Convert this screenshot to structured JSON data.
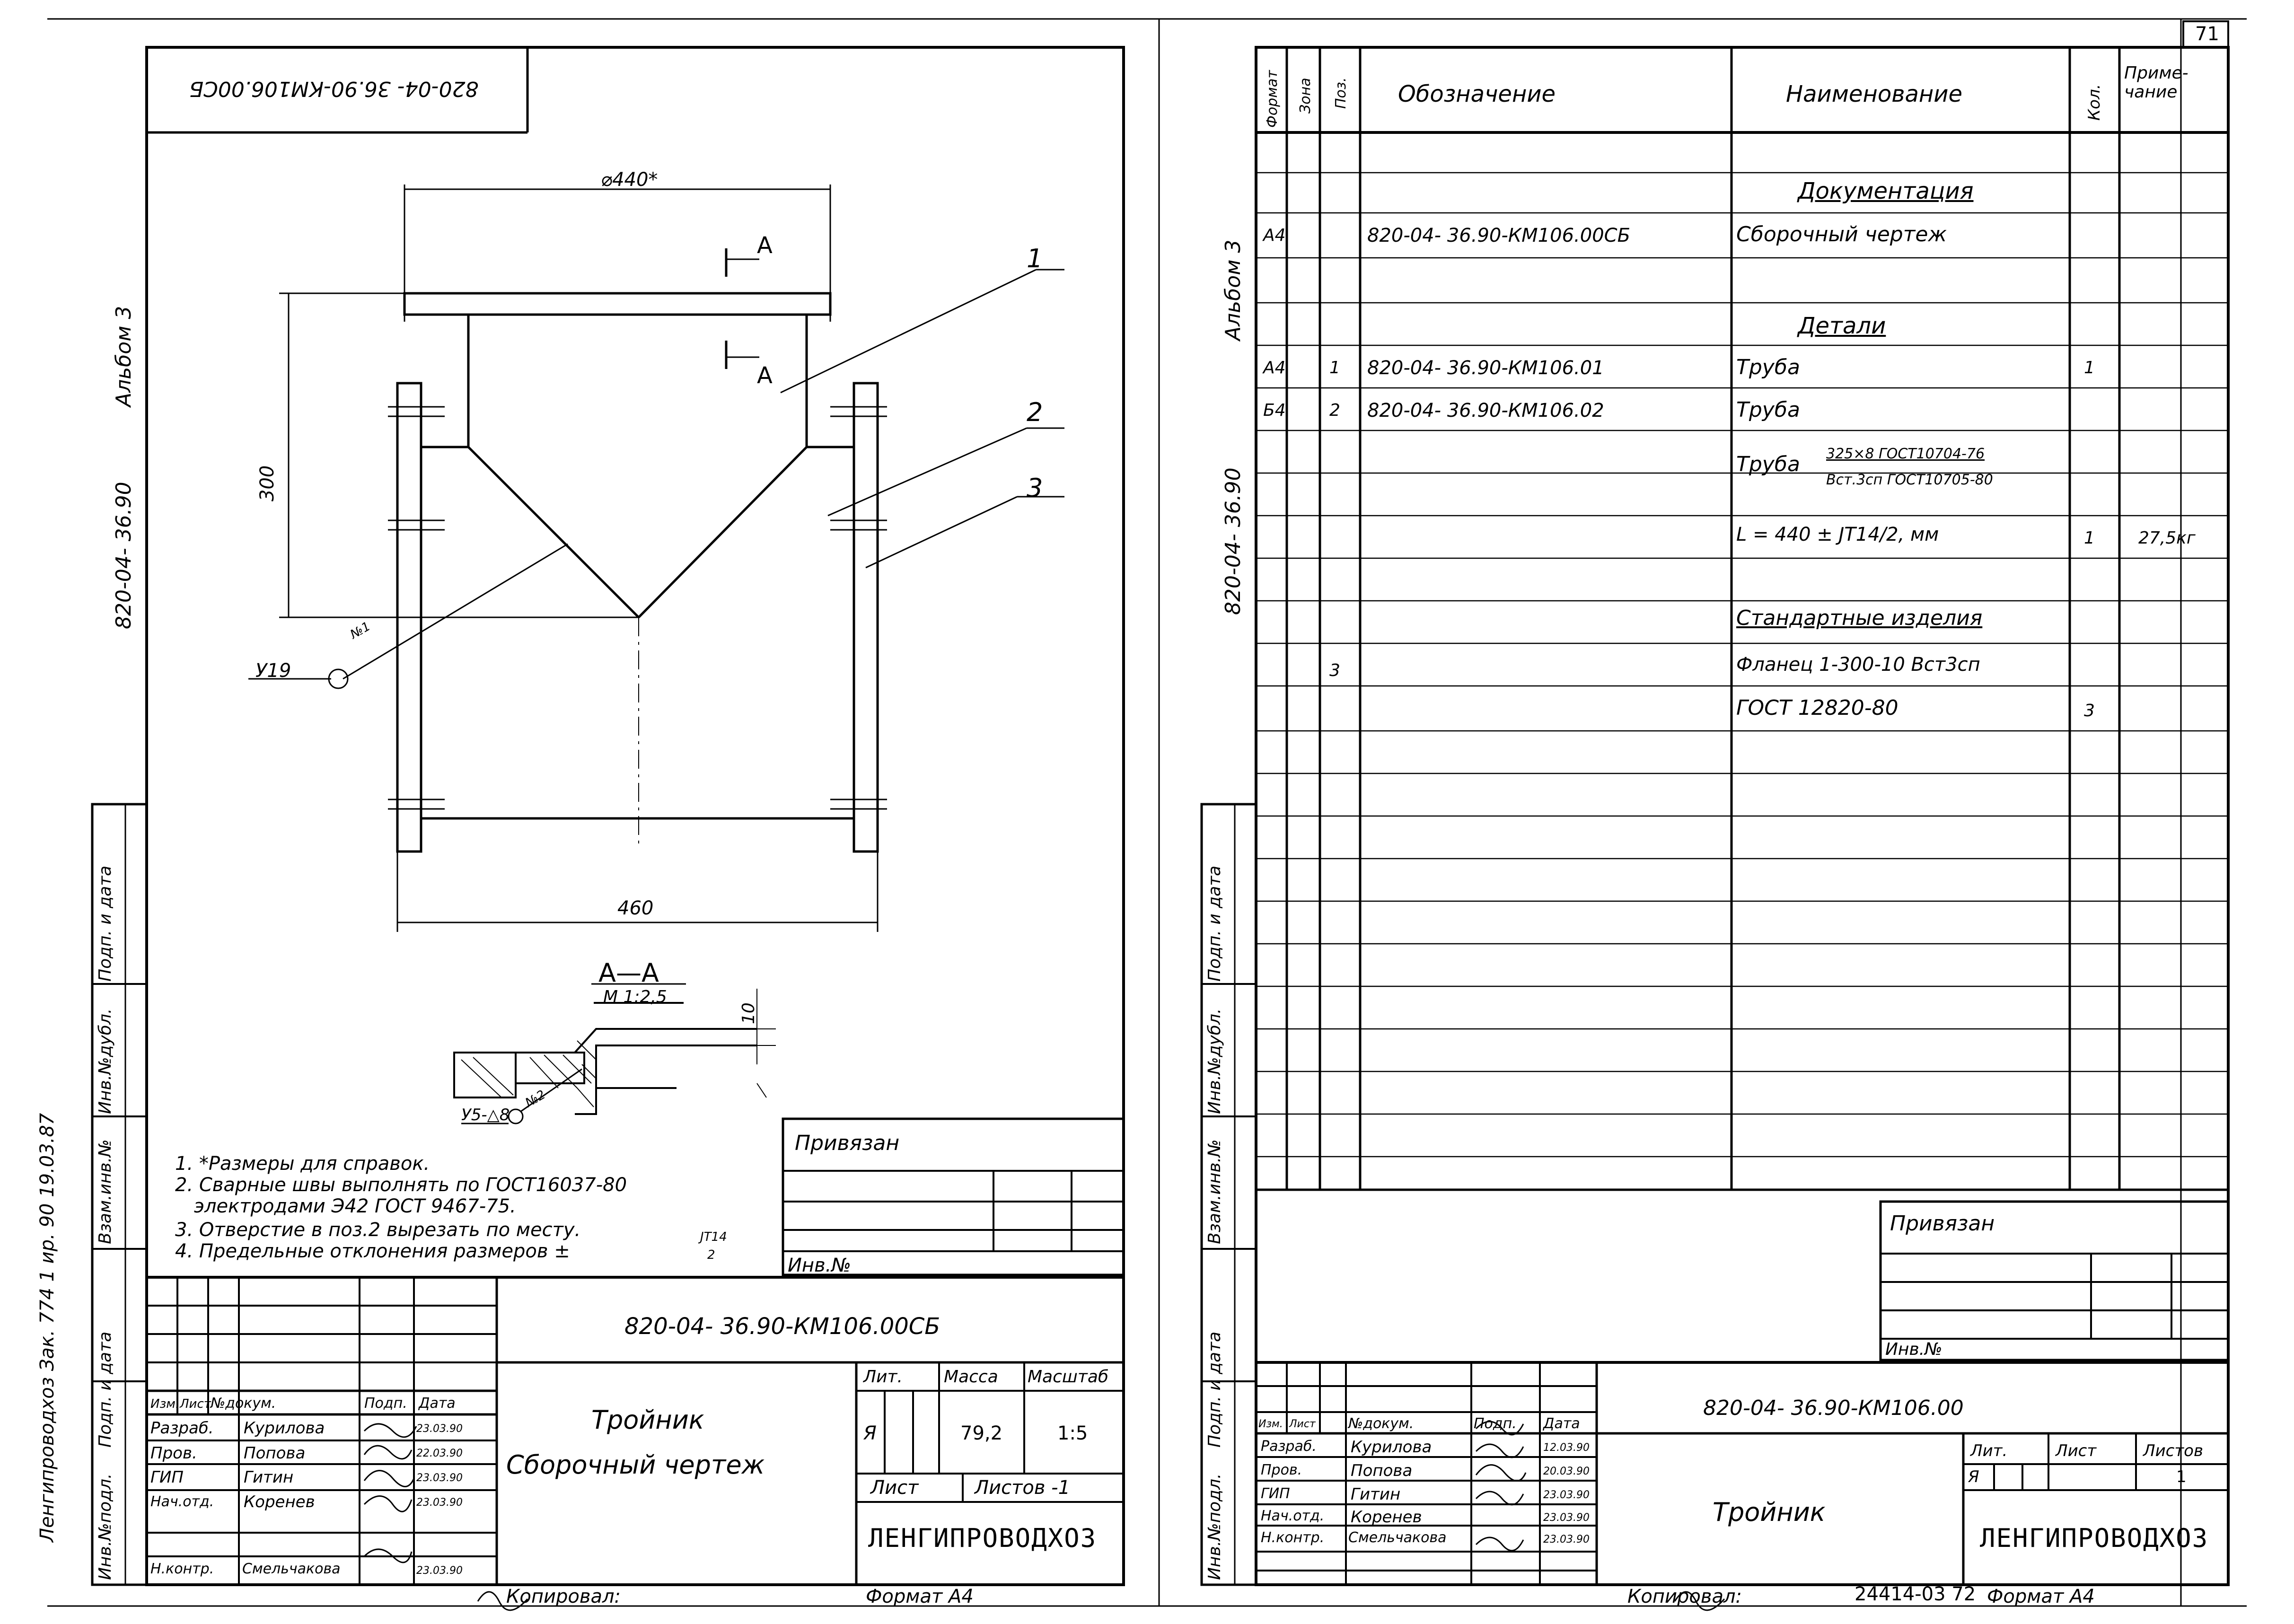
{
  "page_number": "71",
  "left_sheet": {
    "stamp_top": "820-04- 36.90-КМ106.00СБ",
    "album": "Альбом 3",
    "series": "820-04- 36.90",
    "dims": {
      "dia": "⌀440*",
      "height": "300",
      "width": "460",
      "section_thk": "10"
    },
    "section_marks": [
      "А",
      "А"
    ],
    "callouts": [
      "1",
      "2",
      "3"
    ],
    "welds": {
      "main_code": "У19",
      "main_no": "№1",
      "sec_code": "У5-△8",
      "sec_no": "№2"
    },
    "section_title": "А—А",
    "section_scale": "М 1:2,5",
    "notes": [
      "1. *Размеры для справок.",
      "2. Сварные швы выполнять по ГОСТ16037-80",
      "электродами Э42 ГОСТ 9467-75.",
      "3. Отверстие в поз.2 вырезать по месту.",
      "4. Предельные отклонения размеров ±"
    ],
    "note_tol": {
      "num": "JT14",
      "den": "2"
    },
    "privyazan": "Привязан",
    "inv_no": "Инв.№",
    "side_labels": [
      "Инв.№подл.",
      "Подп. и дата",
      "Взам.инв.№",
      "Инв.№дубл.",
      "Подп. и дата"
    ],
    "margin_note": "Ленгипроводхоз    Зак. 774   1 ир. 90   19.03.87",
    "title_block": {
      "designation": "820-04- 36.90-КМ106.00СБ",
      "headers": [
        "Изм.",
        "Лист",
        "№докум.",
        "Подп.",
        "Дата"
      ],
      "rows": [
        [
          "Разраб.",
          "Курилова",
          "23.03.90"
        ],
        [
          "Пров.",
          "Попова",
          "22.03.90"
        ],
        [
          "ГИП",
          "Гитин",
          "23.03.90"
        ],
        [
          "Нач.отд.",
          "Коренев",
          "23.03.90"
        ],
        [
          "Н.контр.",
          "Смельчакова",
          "23.03.90"
        ]
      ],
      "name": [
        "Тройник",
        "Сборочный чертеж"
      ],
      "lit_head": "Лит.",
      "mass_head": "Масса",
      "scale_head": "Масштаб",
      "lit": "Я",
      "mass": "79,2",
      "scale": "1:5",
      "sheet": "Лист",
      "sheets": "Листов -1",
      "org": "ЛЕНГИПРОВОДХОЗ"
    },
    "copied": "Копировал:",
    "format": "Формат А4"
  },
  "right_sheet": {
    "album": "Альбом 3",
    "series": "820-04- 36.90",
    "headers": {
      "format": "Формат",
      "zone": "Зона",
      "pos": "Поз.",
      "designation": "Обозначение",
      "name": "Наименование",
      "qty": "Кол.",
      "note": "Приме-чание"
    },
    "rows": [
      {
        "format": "",
        "pos": "",
        "designation": "",
        "name": "Документация",
        "qty": "",
        "note": "",
        "heading": true
      },
      {
        "format": "А4",
        "pos": "",
        "designation": "820-04- 36.90-КМ106.00СБ",
        "name": "Сборочный чертеж",
        "qty": "",
        "note": ""
      },
      {
        "format": "",
        "pos": "",
        "designation": "",
        "name": "Детали",
        "qty": "",
        "note": "",
        "heading": true
      },
      {
        "format": "А4",
        "pos": "1",
        "designation": "820-04- 36.90-КМ106.01",
        "name": "Труба",
        "qty": "1",
        "note": ""
      },
      {
        "format": "Б4",
        "pos": "2",
        "designation": "820-04- 36.90-КМ106.02",
        "name": "Труба",
        "qty": "",
        "note": ""
      },
      {
        "format": "",
        "pos": "",
        "designation": "",
        "name": "Труба",
        "qty": "",
        "note": "",
        "sub": [
          "325×8 ГОСТ10704-76",
          "Вст.3сп ГОСТ10705-80"
        ]
      },
      {
        "format": "",
        "pos": "",
        "designation": "",
        "name": "L = 440 ± JT14/2, мм",
        "qty": "1",
        "note": "27,5кг"
      },
      {
        "format": "",
        "pos": "",
        "designation": "",
        "name": "Стандартные изделия",
        "qty": "",
        "note": "",
        "heading": true
      },
      {
        "format": "",
        "pos": "3",
        "designation": "",
        "name": "Фланец 1-300-10 Вст3сп",
        "qty": "",
        "note": ""
      },
      {
        "format": "",
        "pos": "",
        "designation": "",
        "name": "ГОСТ 12820-80",
        "qty": "3",
        "note": ""
      }
    ],
    "privyazan": "Привязан",
    "inv_no": "Инв.№",
    "side_labels": [
      "Инв.№подл.",
      "Подп. и дата",
      "Взам.инв.№",
      "Инв.№дубл.",
      "Подп. и дата"
    ],
    "title_block": {
      "designation": "820-04- 36.90-КМ106.00",
      "headers": [
        "Изм.",
        "Лист",
        "№докум.",
        "Подп.",
        "Дата"
      ],
      "rows": [
        [
          "Разраб.",
          "Курилова",
          "12.03.90"
        ],
        [
          "Пров.",
          "Попова",
          "20.03.90"
        ],
        [
          "ГИП",
          "Гитин",
          "23.03.90"
        ],
        [
          "Нач.отд.",
          "Коренев",
          "23.03.90"
        ],
        [
          "Н.контр.",
          "Смельчакова",
          "23.03.90"
        ]
      ],
      "name": "Тройник",
      "lit_head": "Лит.",
      "sheet_head": "Лист",
      "sheets_head": "Листов",
      "lit": "Я",
      "sheets": "1",
      "org": "ЛЕНГИПРОВОДХОЗ"
    },
    "copied": "Копировал:",
    "order": "24414-03 72",
    "format": "Формат А4"
  }
}
